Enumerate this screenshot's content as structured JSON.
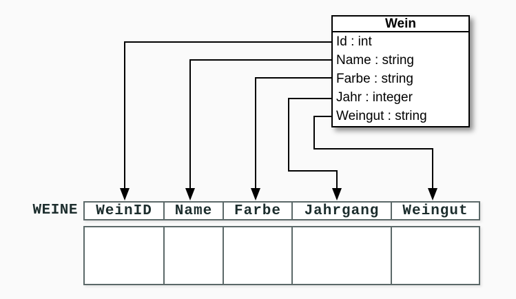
{
  "class_box": {
    "title": "Wein",
    "attributes": [
      "Id : int",
      "Name : string",
      "Farbe : string",
      "Jahr : integer",
      "Weingut : string"
    ]
  },
  "table": {
    "label": "WEINE",
    "columns": [
      "WeinID",
      "Name",
      "Farbe",
      "Jahrgang",
      "Weingut"
    ],
    "empty_row_count": 1
  },
  "mappings": [
    {
      "from": "Id",
      "to": "WeinID"
    },
    {
      "from": "Name",
      "to": "Name"
    },
    {
      "from": "Farbe",
      "to": "Farbe"
    },
    {
      "from": "Jahr",
      "to": "Jahrgang"
    },
    {
      "from": "Weingut",
      "to": "Weingut"
    }
  ],
  "colors": {
    "background": "#fafafa",
    "box_border": "#000000",
    "box_fill": "#ffffff",
    "table_border": "#5b6868",
    "table_text": "#1c2d2d",
    "connector": "#000000"
  }
}
